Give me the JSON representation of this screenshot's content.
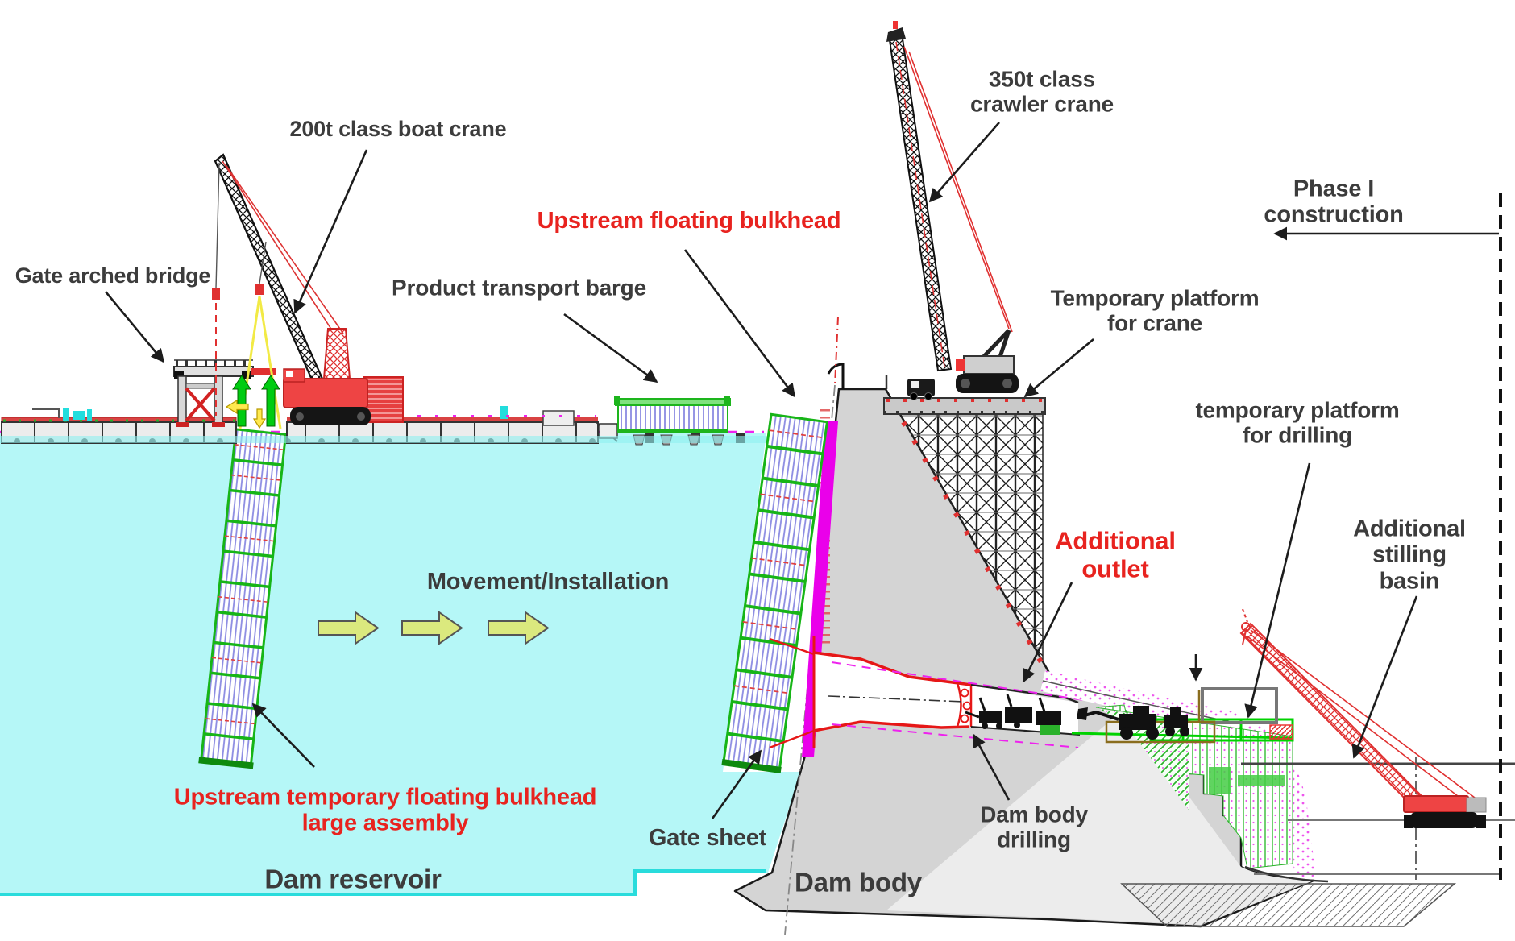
{
  "labels": {
    "boat_crane": {
      "text": "200t class boat crane"
    },
    "gate_arched_bridge": {
      "text": "Gate arched bridge"
    },
    "product_barge": {
      "text": "Product transport barge"
    },
    "upstream_floating_bulkhead": {
      "text": "Upstream floating bulkhead"
    },
    "crawler_crane_350t": {
      "text": "350t class\ncrawler crane"
    },
    "phase1": {
      "text": "Phase I construction"
    },
    "temp_platform_crane": {
      "text": "Temporary platform\nfor crane"
    },
    "temp_platform_drilling": {
      "text": "temporary platform\nfor drilling"
    },
    "additional_outlet": {
      "text": "Additional\noutlet"
    },
    "additional_stilling_basin": {
      "text": "Additional\nstilling basin"
    },
    "movement_installation": {
      "text": "Movement/Installation"
    },
    "upstream_temp_assembly": {
      "text": "Upstream temporary floating bulkhead\nlarge assembly"
    },
    "gate_sheet": {
      "text": "Gate sheet"
    },
    "dam_reservoir": {
      "text": "Dam reservoir"
    },
    "dam_body": {
      "text": "Dam body"
    },
    "dam_body_drilling": {
      "text": "Dam body\ndrilling"
    }
  },
  "icons": {
    "annotation_arrow": "black-line-arrow",
    "movement_arrow": "green-right-arrow",
    "lift_arrow": "green-up-arrow",
    "shift_arrow": "yellow-left-arrow",
    "phase_boundary": "vertical-dashed-line"
  },
  "colors": {
    "water": "#b5f7f7",
    "dam_concrete": "#d4d4d4",
    "label_dark": "#3c3c3c",
    "label_red": "#e8231f",
    "bulkhead_green": "#17b517",
    "bulkhead_hatch_blue": "#8b8be2",
    "gate_sheet_magenta": "#ea00ea",
    "outlet_red": "#e61717",
    "crane_red": "#e84040",
    "movement_arrow_green": "#dbe97e",
    "lift_arrow_green": "#00cc11",
    "sling_yellow": "#f2ea45"
  }
}
